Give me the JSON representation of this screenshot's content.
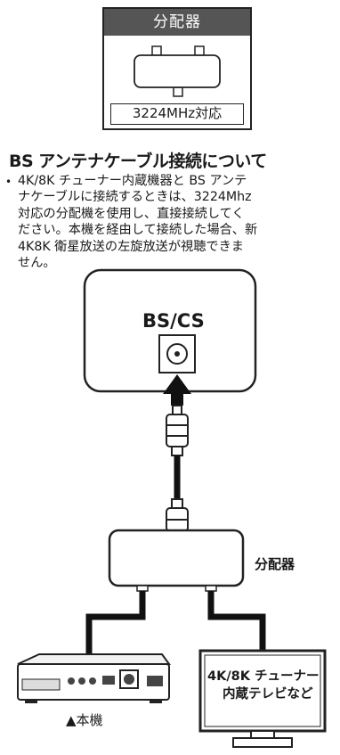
{
  "product": {
    "header": "分配器",
    "spec": "3224MHz対応"
  },
  "section": {
    "title": "BS アンテナケーブル接続について",
    "bullet": "•",
    "lines": [
      "4K/8K チューナー内蔵機器と BS アンテ",
      "ナケーブルに接続するときは、3224Mhz",
      "対応の分配機を使用し、直接接続してく",
      "ださい。本機を経由して接続した場合、新",
      "4K8K 衛星放送の左旋放送が視聴できま",
      "せん。"
    ]
  },
  "diagram": {
    "wall_outlet_label": "BS/CS",
    "splitter_label": "分配器",
    "unit_label": "▲本機",
    "tv_label_line1": "4K/8K チューナー",
    "tv_label_line2": "内蔵テレビなど"
  }
}
